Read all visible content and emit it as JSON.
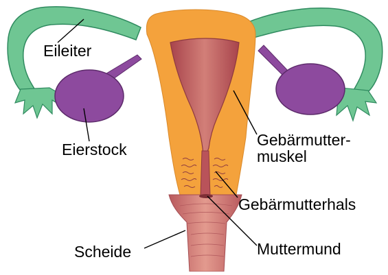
{
  "labels": {
    "eileiter": "Eileiter",
    "eierstock": "Eierstock",
    "muskel_line1": "Gebärmutter-",
    "muskel_line2": "muskel",
    "hals": "Gebärmutterhals",
    "scheide": "Scheide",
    "muttermund": "Muttermund"
  },
  "colors": {
    "tube": "#6fc693",
    "tube_outline": "#2f8a5f",
    "ovary": "#8d4a9e",
    "ovary_outline": "#5c2a6a",
    "muscle": "#f4a23c",
    "cavity": "#b9535a",
    "cavity_light": "#d98a80",
    "vagina": "#d47a76",
    "leader": "#000000"
  }
}
